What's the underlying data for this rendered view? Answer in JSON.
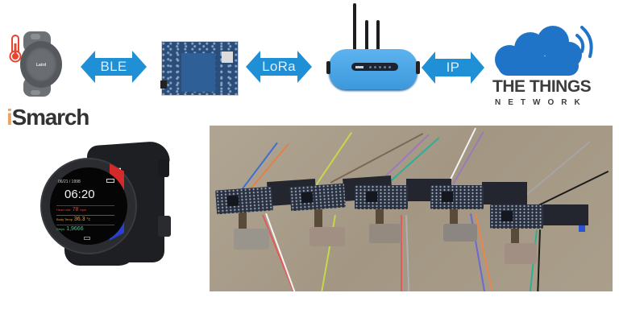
{
  "diagram": {
    "flow": [
      {
        "node": "BLE temperature sensor",
        "label_on_device": "Laird"
      },
      {
        "link": "BLE"
      },
      {
        "node": "BLE-LoRa bridge board"
      },
      {
        "link": "LoRa"
      },
      {
        "node": "LoRaWAN gateway"
      },
      {
        "link": "IP"
      },
      {
        "node": "The Things Network"
      }
    ],
    "arrows": {
      "ble": "BLE",
      "lora": "LoRa",
      "ip": "IP"
    },
    "sensor": {
      "brand_text": "Laird"
    },
    "ttn": {
      "title": "THE THINGS",
      "subtitle": "NETWORK"
    },
    "colors": {
      "arrow_blue": "#1f8fd6",
      "arrow_text": "#d9eefc",
      "cloud_blue": "#1f74c8",
      "gateway_blue": "#4aa6e8",
      "thermometer_red": "#e8442f"
    }
  },
  "brand": {
    "prefix": "i",
    "name": "Smarch"
  },
  "watch": {
    "date": "06/21 / 1998",
    "time": "06:20",
    "heart_rate_label": "Heart rate",
    "heart_rate_value": "78",
    "heart_rate_unit": "bpm",
    "body_temp_label": "Body Temp",
    "body_temp_value": "36.3",
    "body_temp_unit": "°c",
    "steps_label": "Steps",
    "steps_value": "1,9666"
  },
  "photo": {
    "description": "Five sensor PCBs with antenna strips and colored wires on cardboard",
    "board_count": 5
  }
}
